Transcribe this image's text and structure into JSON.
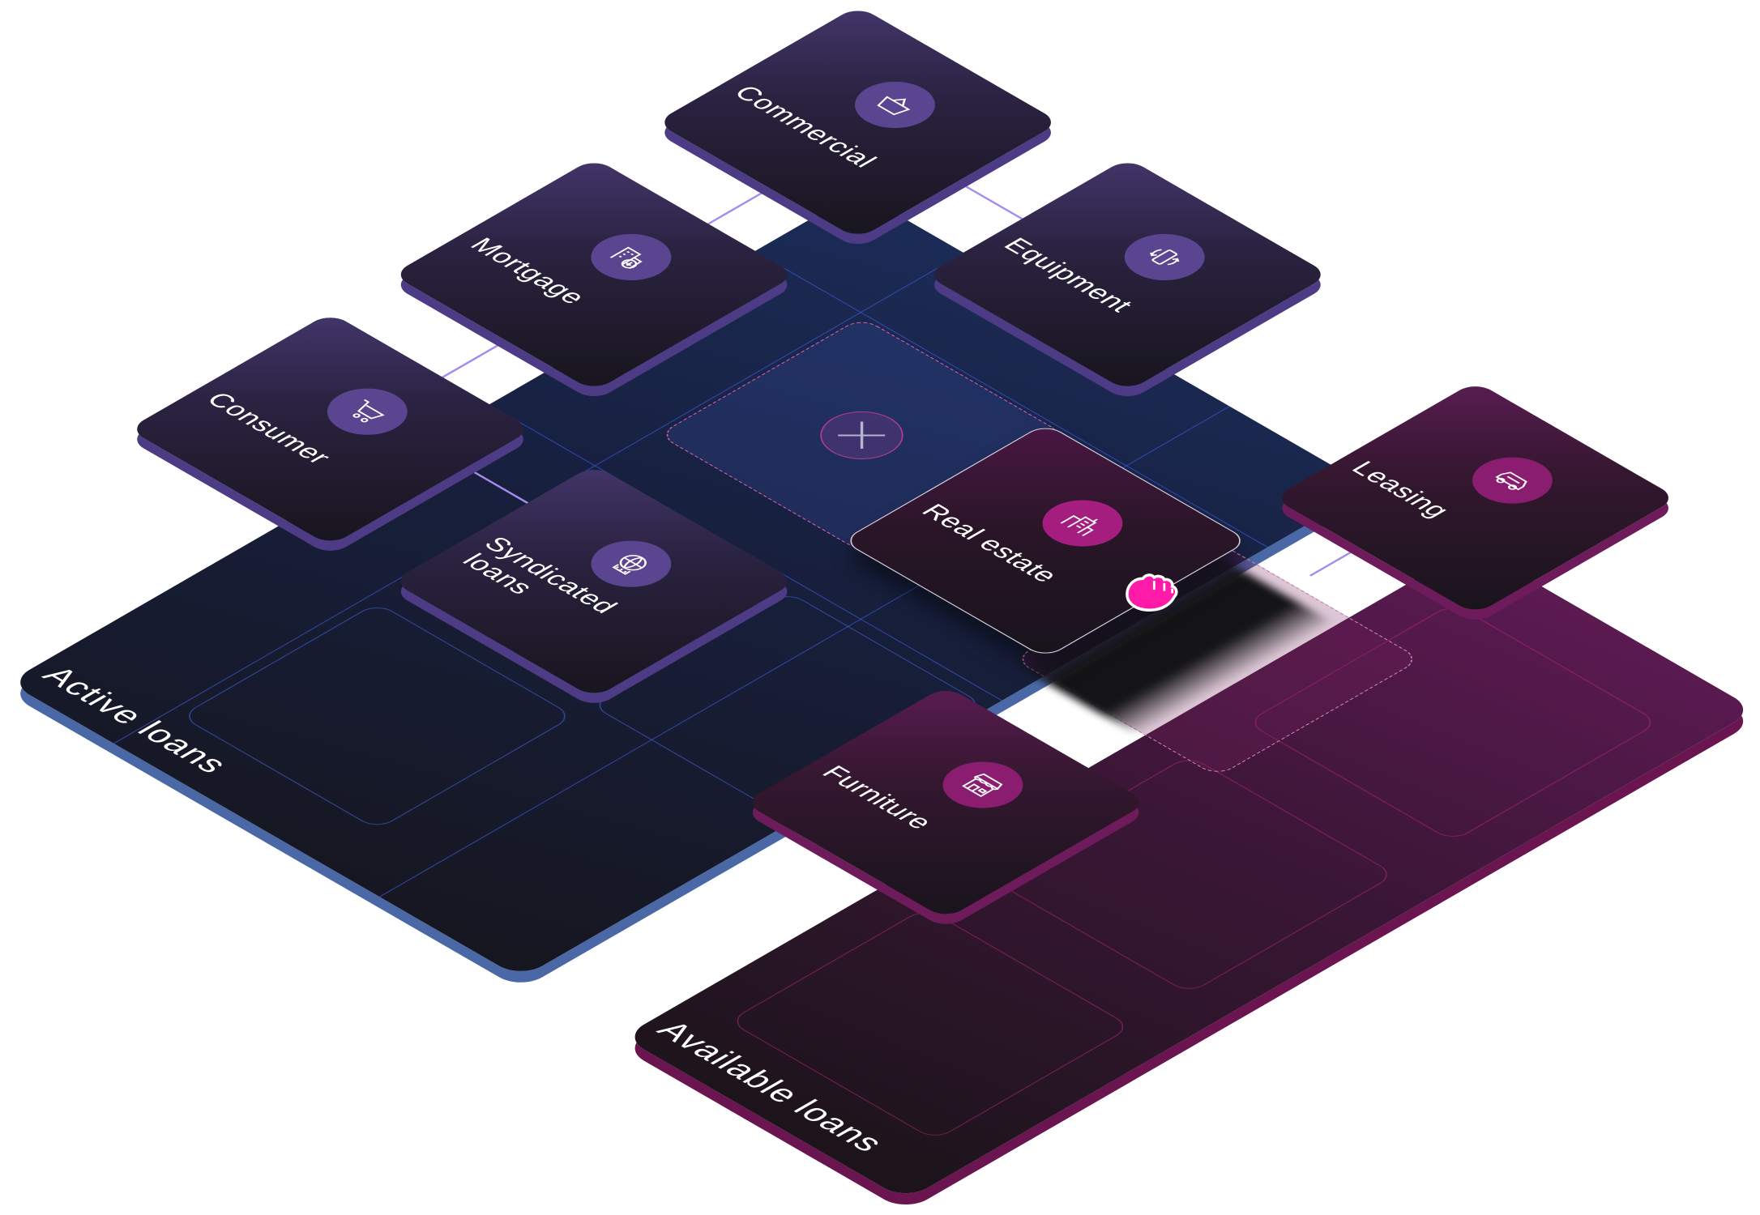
{
  "boards": {
    "active": "Active loans",
    "available": "Available loans"
  },
  "tiles": [
    {
      "label": "Commercial",
      "icon": "basket-icon"
    },
    {
      "label": "Mortgage",
      "icon": "building-download-icon"
    },
    {
      "label": "Equipment",
      "icon": "device-rotate-icon"
    },
    {
      "label": "Consumer",
      "icon": "cart-icon"
    },
    {
      "label": "Syndicated",
      "label2": "loans",
      "icon": "globe-bank-icon"
    },
    {
      "label": "Real estate",
      "icon": "buildings-icon"
    },
    {
      "label": "Leasing",
      "icon": "car-icon"
    },
    {
      "label": "Furniture",
      "icon": "storefront-icon"
    }
  ],
  "colors": {
    "active_accent": "#4a68a6",
    "available_accent": "#6a1450",
    "cursor": "#ff1aa8"
  }
}
